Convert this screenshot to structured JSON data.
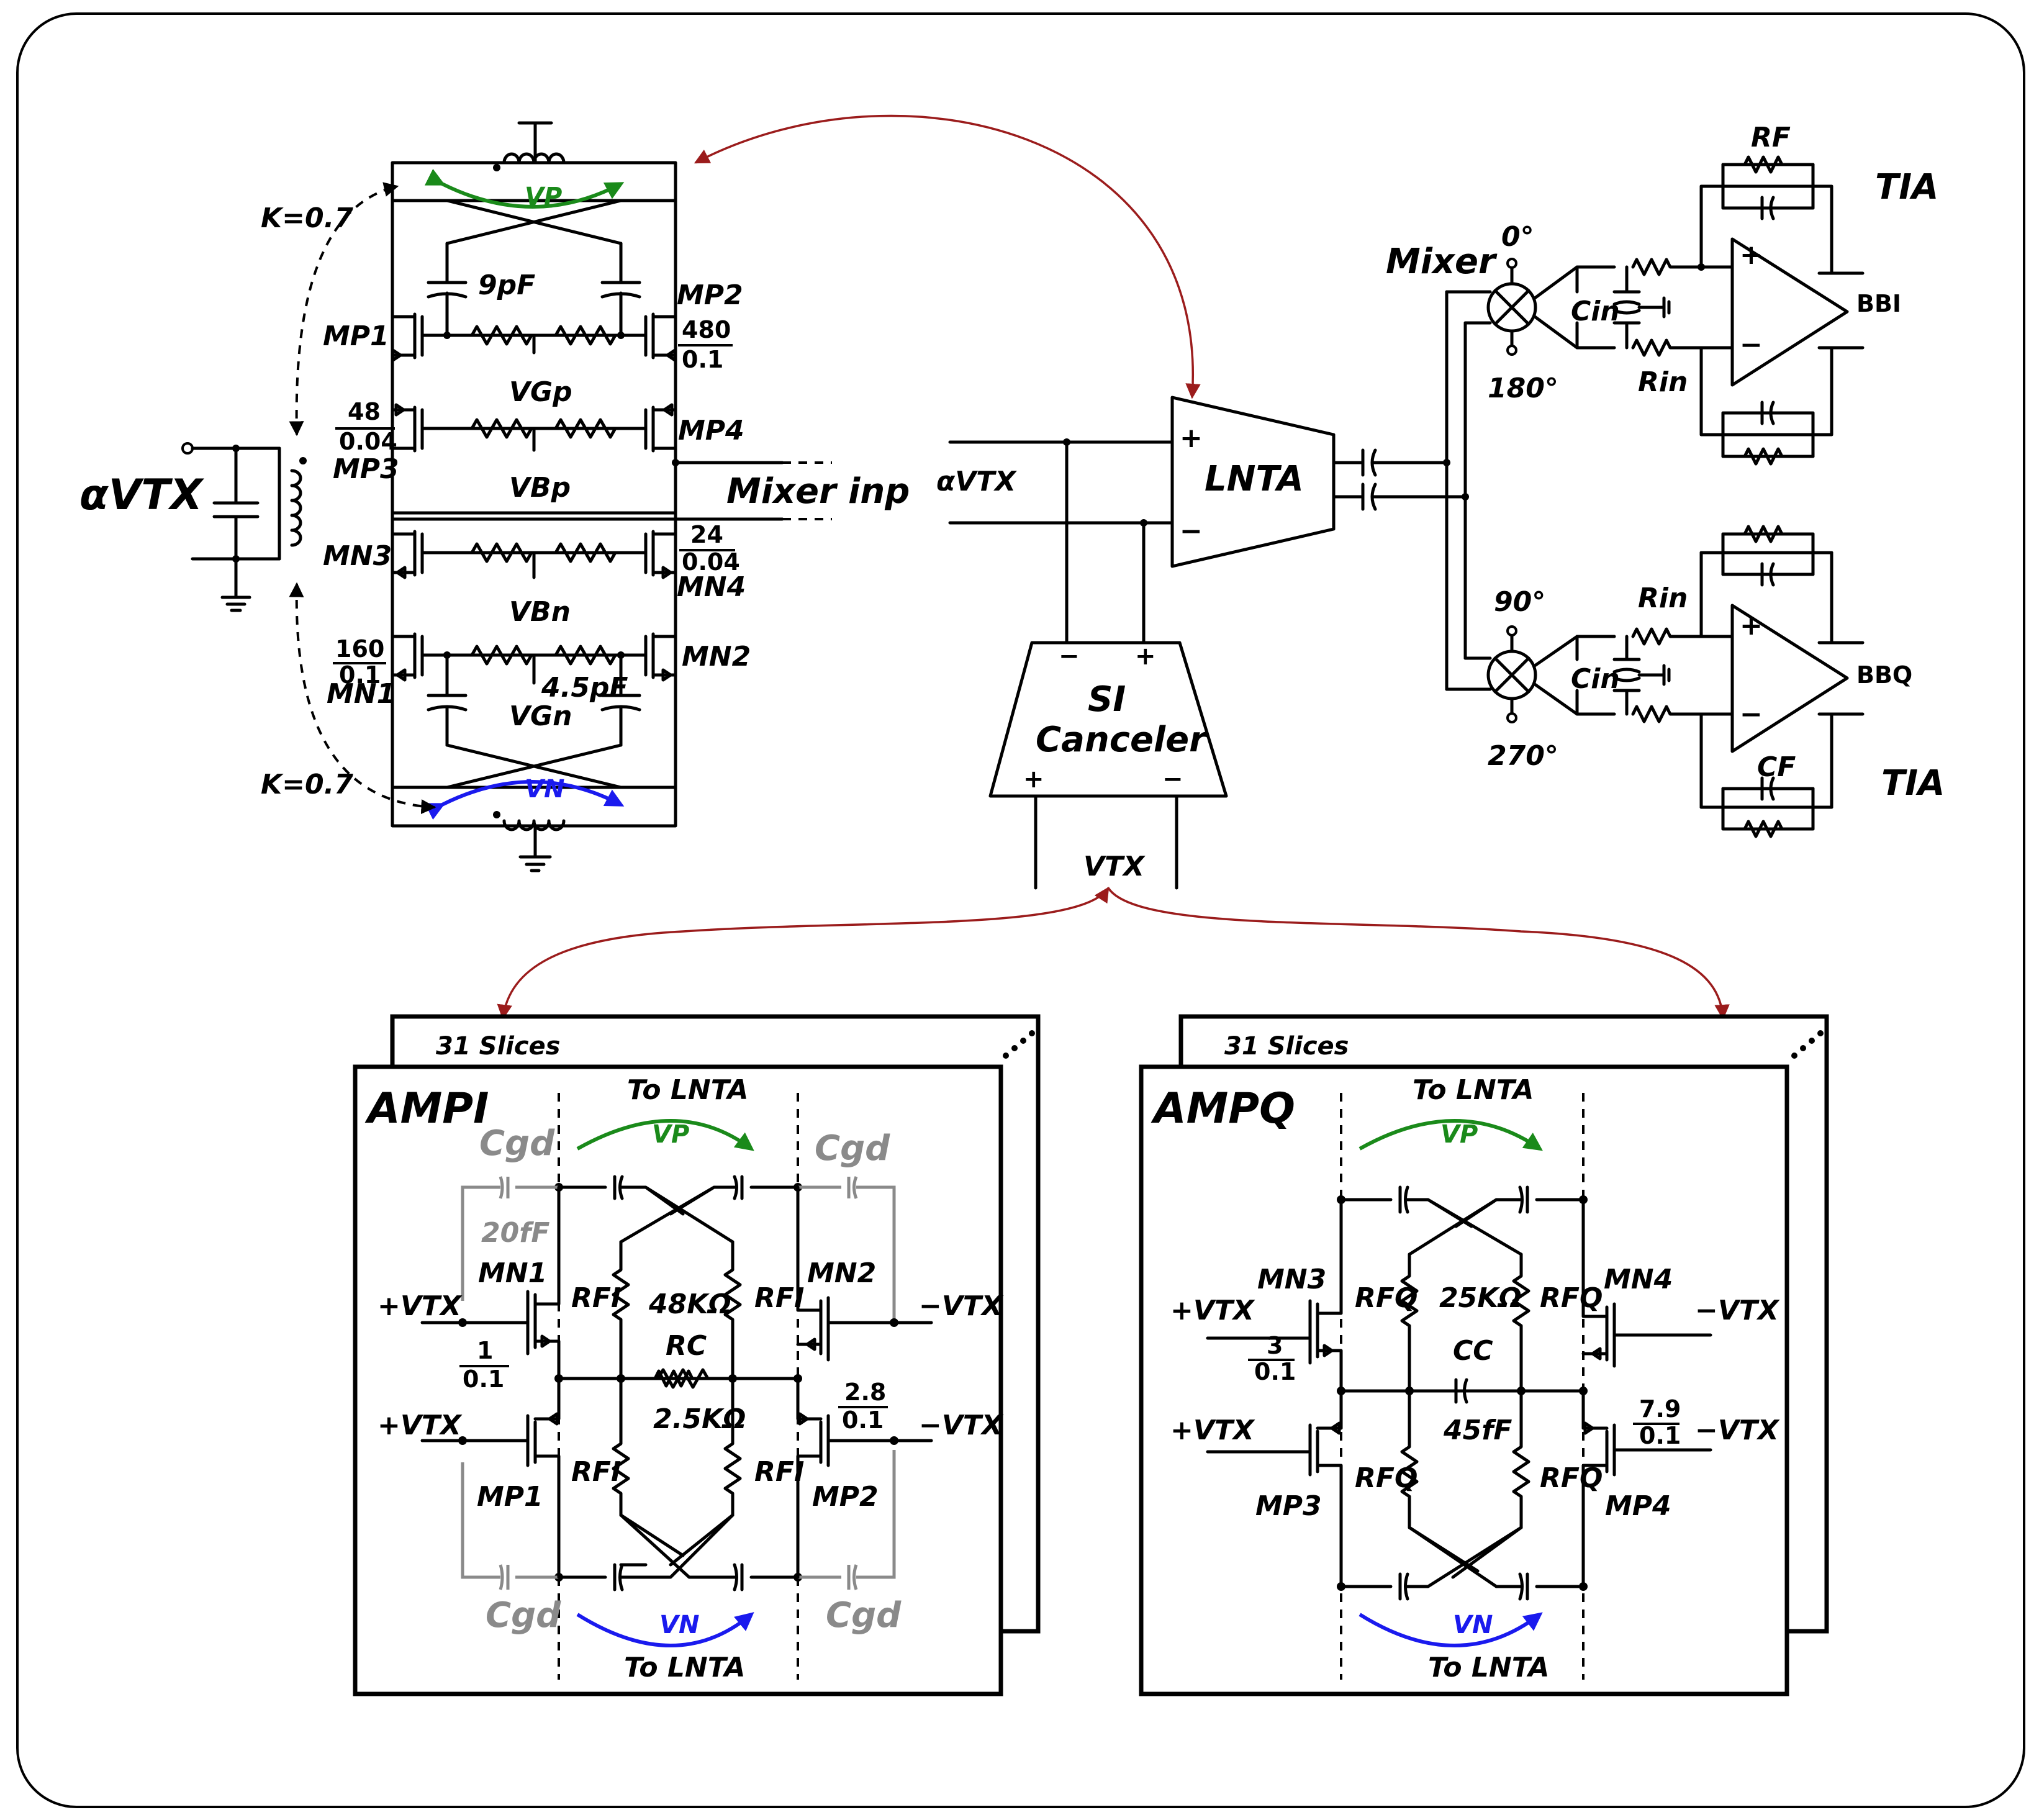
{
  "lna": {
    "input_label": "αVTX",
    "mixer_input_label": "Mixer inp",
    "coupling_top": "K=0.7",
    "coupling_bottom": "K=0.7",
    "vp": "VP",
    "vn": "VN",
    "cap_top": "9pF",
    "cap_bottom": "4.5pF",
    "mp1": "MP1",
    "mp2": "MP2",
    "mp3": "MP3",
    "mp4": "MP4",
    "mn1": "MN1",
    "mn2": "MN2",
    "mn3": "MN3",
    "mn4": "MN4",
    "vgp": "VGp",
    "vbp": "VBp",
    "vbn": "VBn",
    "vgn": "VGn",
    "size_mp2_num": "480",
    "size_mp2_den": "0.1",
    "size_mp3_num": "48",
    "size_mp3_den": "0.04",
    "size_mn4_num": "24",
    "size_mn4_den": "0.04",
    "size_mn1_num": "160",
    "size_mn1_den": "0.1"
  },
  "system": {
    "input_label": "αVTX",
    "lnta": "LNTA",
    "plus": "+",
    "minus": "−",
    "si_canceler": [
      "SI",
      "Canceler"
    ],
    "vtx": "VTX",
    "mixer": "Mixer",
    "phase_0": "0°",
    "phase_180": "180°",
    "phase_90": "90°",
    "phase_270": "270°",
    "cin": "Cin",
    "rin": "Rin",
    "rf": "RF",
    "cf": "CF",
    "tia_top": "TIA",
    "tia_bottom": "TIA",
    "bbi": "BBI",
    "bbq": "BBQ"
  },
  "amp_i": {
    "title": "AMPI",
    "slices": "31 Slices",
    "to_lnta_top": "To LNTA",
    "to_lnta_bottom": "To LNTA",
    "vp": "VP",
    "vn": "VN",
    "cgd": "Cgd",
    "cgd_value": "20fF",
    "mn1": "MN1",
    "mn2": "MN2",
    "mp1": "MP1",
    "mp2": "MP2",
    "plus_vtx": "+VTX",
    "minus_vtx": "−VTX",
    "rfi": "RFI",
    "r_top": "48KΩ",
    "rc": "RC",
    "rc_value": "2.5KΩ",
    "size_left_num": "1",
    "size_left_den": "0.1",
    "size_right_num": "2.8",
    "size_right_den": "0.1"
  },
  "amp_q": {
    "title": "AMPQ",
    "slices": "31 Slices",
    "to_lnta_top": "To LNTA",
    "to_lnta_bottom": "To LNTA",
    "vp": "VP",
    "vn": "VN",
    "mn3": "MN3",
    "mn4": "MN4",
    "mp3": "MP3",
    "mp4": "MP4",
    "plus_vtx": "+VTX",
    "minus_vtx": "−VTX",
    "rfq": "RFQ",
    "r_top": "25KΩ",
    "cc": "CC",
    "cc_value": "45fF",
    "size_left_num": "3",
    "size_left_den": "0.1",
    "size_right_num": "7.9",
    "size_right_den": "0.1"
  }
}
